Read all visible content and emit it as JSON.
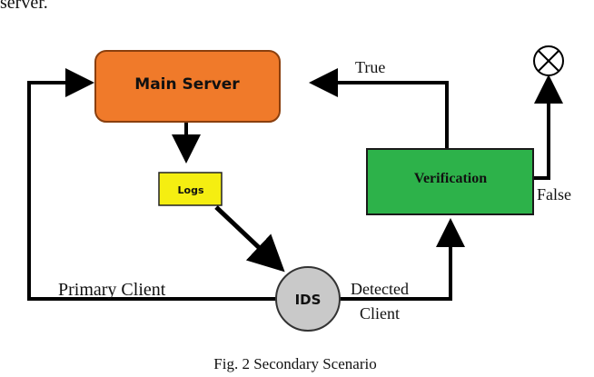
{
  "top_text": "server.",
  "nodes": {
    "main_server": {
      "label": "Main Server",
      "fill": "#f07a2a",
      "stroke": "#8a3f0e"
    },
    "logs": {
      "label": "Logs",
      "fill": "#f5ee11",
      "stroke": "#222222"
    },
    "verification": {
      "label": "Verification",
      "fill": "#2db24a",
      "stroke": "#1a1a1a"
    },
    "ids": {
      "label": "IDS",
      "fill": "#c9c9c9",
      "stroke": "#333333"
    }
  },
  "edge_labels": {
    "true": "True",
    "false": "False",
    "primary_client": "Primary Client",
    "detected_line1": "Detected",
    "detected_line2": "Client"
  },
  "caption": "Fig. 2 Secondary Scenario"
}
